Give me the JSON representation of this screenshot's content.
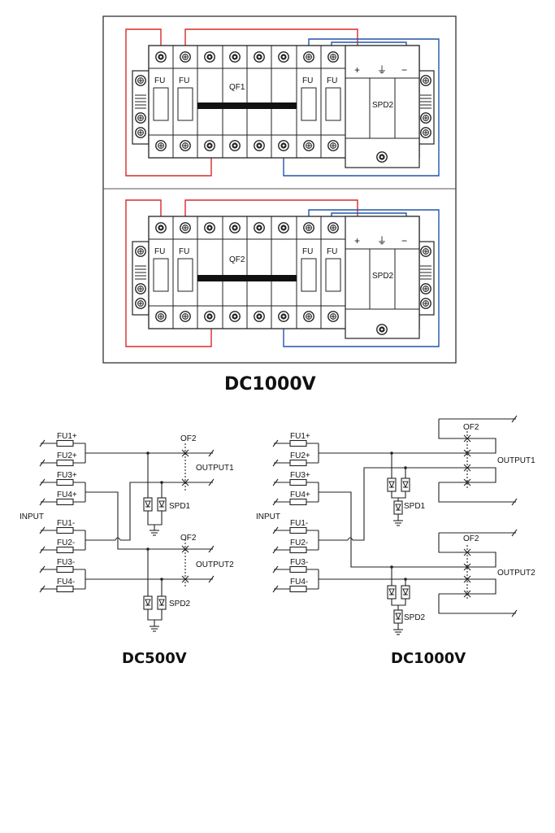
{
  "panel": {
    "top": {
      "fu_left_1": "FU",
      "fu_left_2": "FU",
      "breaker": "QF1",
      "fu_right_1": "FU",
      "fu_right_2": "FU",
      "spd": "SPD2",
      "plus": "+",
      "ground": "⏚",
      "minus": "−"
    },
    "bottom": {
      "fu_left_1": "FU",
      "fu_left_2": "FU",
      "breaker": "QF2",
      "fu_right_1": "FU",
      "fu_right_2": "FU",
      "spd": "SPD2",
      "plus": "+",
      "ground": "⏚",
      "minus": "−"
    },
    "caption": "DC1000V"
  },
  "schematic_left": {
    "fuses": [
      "FU1+",
      "FU2+",
      "FU3+",
      "FU4+",
      "FU1-",
      "FU2-",
      "FU3-",
      "FU4-"
    ],
    "input_label": "INPUT",
    "breaker_top": "OF2",
    "breaker_bottom": "OF2",
    "output1": "OUTPUT1",
    "output2": "OUTPUT2",
    "spd1": "SPD1",
    "spd2": "SPD2",
    "caption": "DC500V"
  },
  "schematic_right": {
    "fuses": [
      "FU1+",
      "FU2+",
      "FU3+",
      "FU4+",
      "FU1-",
      "FU2-",
      "FU3-",
      "FU4-"
    ],
    "input_label": "INPUT",
    "breaker_top": "OF2",
    "breaker_bottom": "OF2",
    "output1": "OUTPUT1",
    "output2": "OUTPUT2",
    "spd1": "SPD1",
    "spd2": "SPD2",
    "caption": "DC1000V"
  },
  "colors": {
    "positive_wire": "#d62c2c",
    "negative_wire": "#2255aa",
    "line": "#222222"
  }
}
